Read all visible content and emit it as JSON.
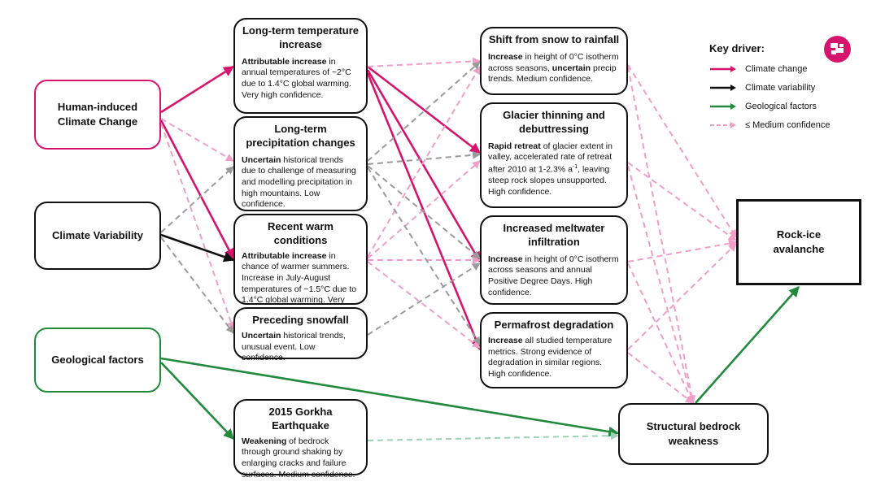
{
  "colors": {
    "climate_change": "#d6146e",
    "climate_variability": "#111111",
    "geological": "#218a3c",
    "medium_confidence": "#ef9fc6",
    "grey_dashed": "#9a9a9a",
    "green_dashed": "#9fd1b4"
  },
  "drivers": {
    "human": "Human-induced Climate Change",
    "variability": "Climate Variability",
    "geological": "Geological factors"
  },
  "middle": {
    "temp": {
      "title": "Long-term temperature increase",
      "lead": "Attributable increase",
      "text": " in annual temperatures of ~2°C due to 1.4°C global warming. Very high confidence."
    },
    "precip": {
      "title": "Long-term precipitation changes",
      "lead": "Uncertain",
      "text": " historical trends due to challenge of measuring and modelling precipitation in high mountains. Low confidence."
    },
    "warm": {
      "title": "Recent warm conditions",
      "lead": "Attributable increase",
      "text": " in chance of warmer summers. Increase in July-August temperatures of ~1.5°C due to 1.4°C global warming. Very high confidence."
    },
    "snowfall": {
      "title": "Preceding snowfall",
      "lead": "Uncertain",
      "text": " historical trends, unusual event. Low confidence."
    },
    "quake": {
      "title": "2015 Gorkha Earthquake",
      "lead": "Weakening",
      "text": " of bedrock through ground shaking by enlarging cracks and failure surfaces. Medium confidence."
    }
  },
  "right": {
    "rainfall": {
      "title": "Shift from snow to rainfall",
      "lead": "Increase",
      "text1": " in height of 0°C isotherm across seasons, ",
      "lead2": "uncertain",
      "text2": " precip trends. Medium confidence."
    },
    "glacier": {
      "title": "Glacier thinning and debuttressing",
      "lead": "Rapid retreat",
      "text": " of glacier extent in valley, accelerated rate of retreat after 2010 at 1-2.3% a",
      "sup": "-1",
      "text_after": ", leaving steep rock slopes unsupported. High confidence."
    },
    "meltwater": {
      "title": "Increased meltwater infiltration",
      "lead": "Increase",
      "text": " in height of 0°C isotherm across seasons and annual Positive Degree Days. High confidence."
    },
    "permafrost": {
      "title": "Permafrost degradation",
      "lead": "Increase",
      "text": " all studied temperature metrics. Strong evidence of degradation in similar regions. High confidence."
    }
  },
  "outcomes": {
    "bedrock": "Structural bedrock weakness",
    "avalanche": "Rock-ice avalanche"
  },
  "legend": {
    "title": "Key driver:",
    "items": [
      {
        "label": "Climate change",
        "color": "#d6146e",
        "dashed": false
      },
      {
        "label": "Climate variability",
        "color": "#111111",
        "dashed": false
      },
      {
        "label": "Geological factors",
        "color": "#218a3c",
        "dashed": false
      },
      {
        "label": "≤ Medium confidence",
        "color": "#ef9fc6",
        "dashed": true
      }
    ]
  },
  "logo_icon": "org-logo-icon"
}
